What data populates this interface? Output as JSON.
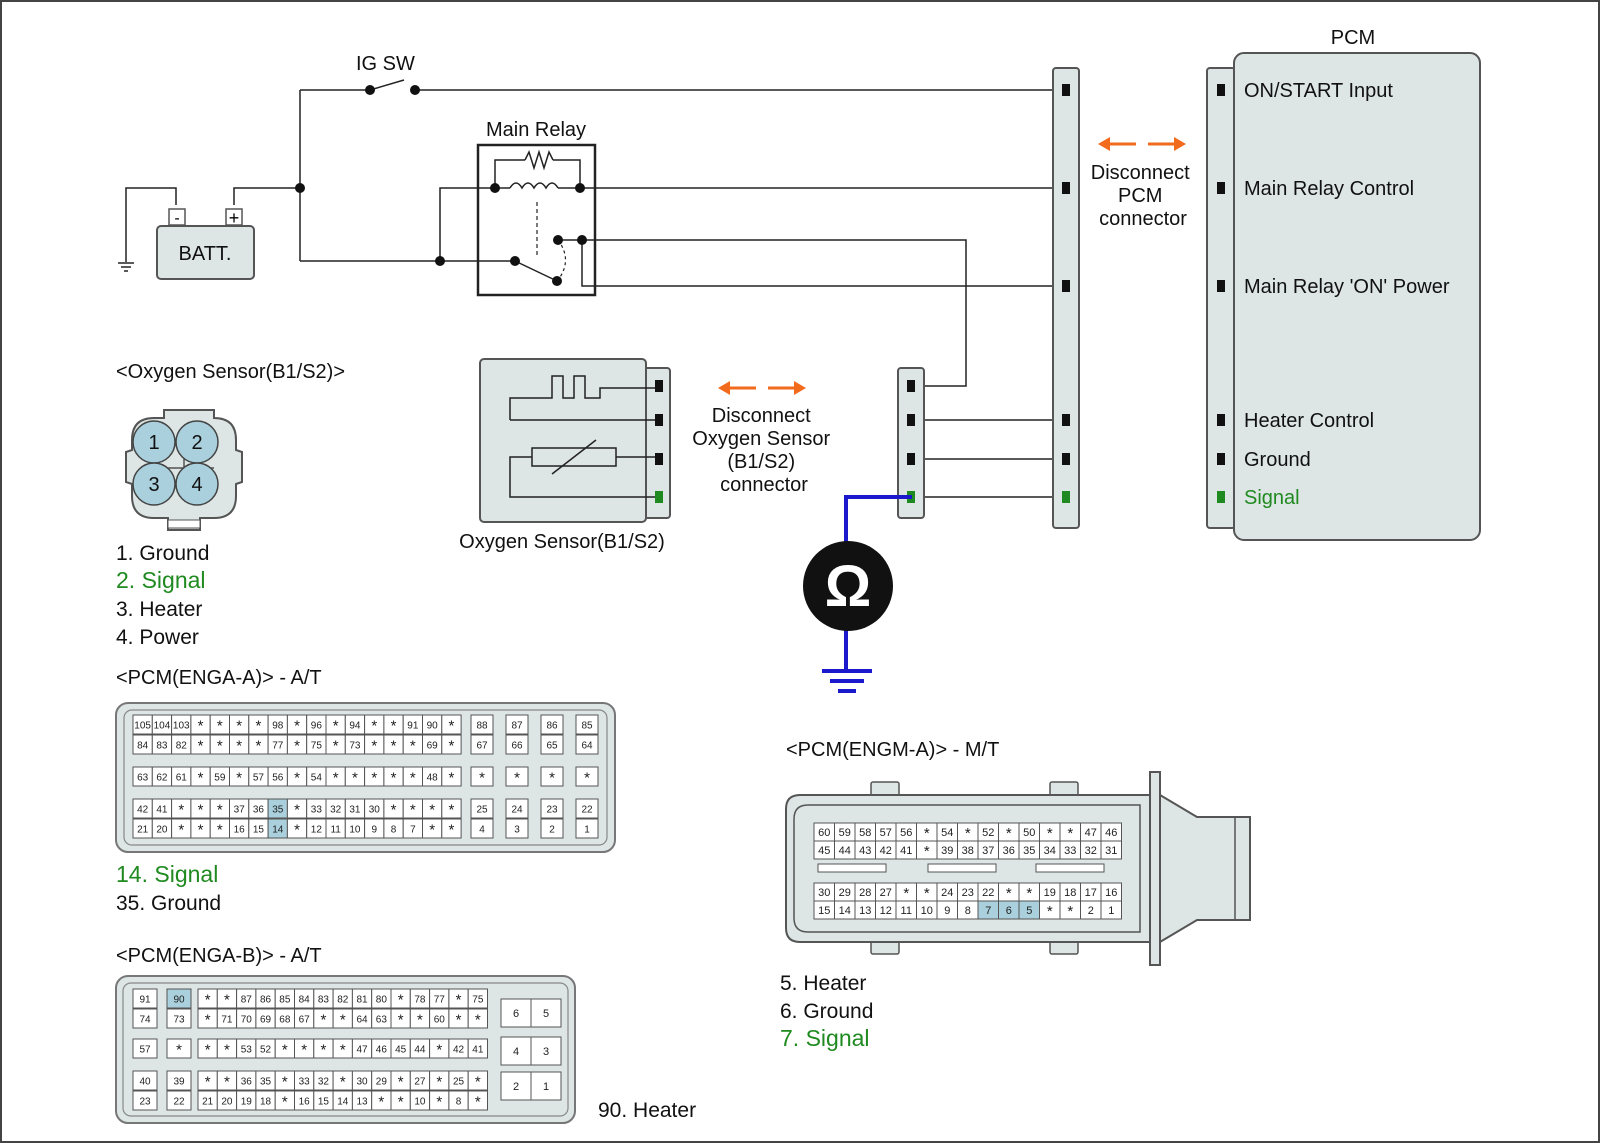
{
  "colors": {
    "signal": "#1f8a1f",
    "meter_wire": "#1a1acc",
    "arrow": "#f26a1b",
    "highlight": "#a9d0dc",
    "connector_fill": "#dde5e5"
  },
  "labels": {
    "ig_sw": "IG SW",
    "main_relay": "Main Relay",
    "batt": "BATT.",
    "batt_minus": "-",
    "batt_plus": "+",
    "pcm": "PCM",
    "disconnect_pcm": [
      "Disconnect",
      "PCM",
      "connector"
    ],
    "disconnect_o2": [
      "Disconnect",
      "Oxygen Sensor",
      "(B1/S2)",
      "connector"
    ],
    "o2_sensor": "Oxygen Sensor(B1/S2)",
    "ohm_icon": "Ω"
  },
  "pcm_pins": [
    {
      "label": "ON/START Input",
      "signal": false
    },
    {
      "label": "Main Relay Control",
      "signal": false
    },
    {
      "label": "Main Relay 'ON' Power",
      "signal": false
    },
    {
      "label": "Heater Control",
      "signal": false
    },
    {
      "label": "Ground",
      "signal": false
    },
    {
      "label": "Signal",
      "signal": true
    }
  ],
  "o2_connector": {
    "title": "<Oxygen Sensor(B1/S2)>",
    "pins": [
      "1",
      "2",
      "3",
      "4"
    ],
    "legend": [
      {
        "text": "1. Ground",
        "signal": false
      },
      {
        "text": "2. Signal",
        "signal": true
      },
      {
        "text": "3. Heater",
        "signal": false
      },
      {
        "text": "4. Power",
        "signal": false
      }
    ]
  },
  "enga_a": {
    "title": "<PCM(ENGA-A)> - A/T",
    "rows": [
      [
        "105",
        "104",
        "103",
        "*",
        "*",
        "*",
        "*",
        "98",
        "*",
        "96",
        "*",
        "94",
        "*",
        "*",
        "91",
        "90",
        "*"
      ],
      [
        "84",
        "83",
        "82",
        "*",
        "*",
        "*",
        "*",
        "77",
        "*",
        "75",
        "*",
        "73",
        "*",
        "*",
        "*",
        "69",
        "*"
      ],
      [
        "63",
        "62",
        "61",
        "*",
        "59",
        "*",
        "57",
        "56",
        "*",
        "54",
        "*",
        "*",
        "*",
        "*",
        "*",
        "48",
        "*"
      ],
      [
        "42",
        "41",
        "*",
        "*",
        "*",
        "37",
        "36",
        "35",
        "*",
        "33",
        "32",
        "31",
        "30",
        "*",
        "*",
        "*",
        "*"
      ],
      [
        "21",
        "20",
        "*",
        "*",
        "*",
        "16",
        "15",
        "14",
        "*",
        "12",
        "11",
        "10",
        "9",
        "8",
        "7",
        "*",
        "*"
      ]
    ],
    "side": [
      [
        "88",
        "87",
        "86",
        "85"
      ],
      [
        "67",
        "66",
        "65",
        "64"
      ],
      [
        "*",
        "*",
        "*",
        "*"
      ],
      [
        "25",
        "24",
        "23",
        "22"
      ],
      [
        "4",
        "3",
        "2",
        "1"
      ]
    ],
    "highlight": [
      "35",
      "14"
    ],
    "legend": [
      {
        "text": "14. Signal",
        "signal": true
      },
      {
        "text": "35. Ground",
        "signal": false
      }
    ]
  },
  "enga_b": {
    "title": "<PCM(ENGA-B)> - A/T",
    "rows": [
      [
        "91",
        "90",
        "*",
        "*",
        "87",
        "86",
        "85",
        "84",
        "83",
        "82",
        "81",
        "80",
        "*",
        "78",
        "77",
        "*",
        "75"
      ],
      [
        "74",
        "73",
        "*",
        "71",
        "70",
        "69",
        "68",
        "67",
        "*",
        "*",
        "64",
        "63",
        "*",
        "*",
        "60",
        "*",
        "*"
      ],
      [
        "57",
        "*",
        "*",
        "*",
        "53",
        "52",
        "*",
        "*",
        "*",
        "*",
        "47",
        "46",
        "45",
        "44",
        "*",
        "42",
        "41"
      ],
      [
        "40",
        "39",
        "*",
        "*",
        "36",
        "35",
        "*",
        "33",
        "32",
        "*",
        "30",
        "29",
        "*",
        "27",
        "*",
        "25",
        "*"
      ],
      [
        "23",
        "22",
        "21",
        "20",
        "19",
        "18",
        "*",
        "16",
        "15",
        "14",
        "13",
        "*",
        "*",
        "10",
        "*",
        "8",
        "*"
      ]
    ],
    "side": [
      [
        "6",
        "5"
      ],
      [
        "4",
        "3"
      ],
      [
        "2",
        "1"
      ]
    ],
    "highlight": [
      "90"
    ],
    "legend": [
      {
        "text": "90. Heater",
        "signal": false
      }
    ]
  },
  "engm_a": {
    "title": "<PCM(ENGM-A)> - M/T",
    "rows": [
      [
        "60",
        "59",
        "58",
        "57",
        "56",
        "*",
        "54",
        "*",
        "52",
        "*",
        "50",
        "*",
        "*",
        "47",
        "46"
      ],
      [
        "45",
        "44",
        "43",
        "42",
        "41",
        "*",
        "39",
        "38",
        "37",
        "36",
        "35",
        "34",
        "33",
        "32",
        "31"
      ],
      [
        "30",
        "29",
        "28",
        "27",
        "*",
        "*",
        "24",
        "23",
        "22",
        "*",
        "*",
        "19",
        "18",
        "17",
        "16"
      ],
      [
        "15",
        "14",
        "13",
        "12",
        "11",
        "10",
        "9",
        "8",
        "7",
        "6",
        "5",
        "*",
        "*",
        "2",
        "1"
      ]
    ],
    "highlight": [
      "7",
      "6",
      "5"
    ],
    "legend": [
      {
        "text": "5. Heater",
        "signal": false
      },
      {
        "text": "6. Ground",
        "signal": false
      },
      {
        "text": "7. Signal",
        "signal": true
      }
    ]
  }
}
